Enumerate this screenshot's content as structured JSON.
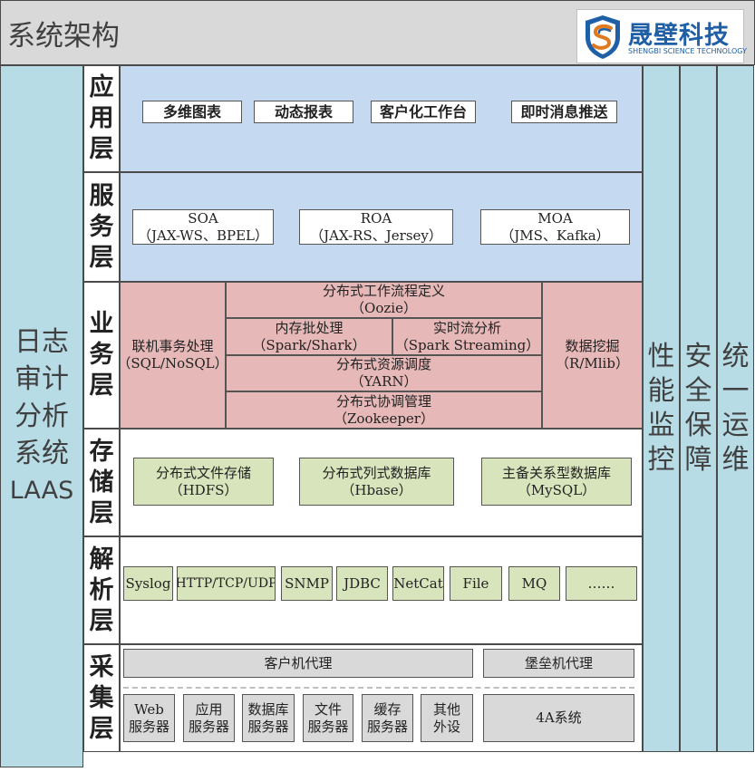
{
  "header": {
    "title": "系统架构",
    "logo_name": "晟壁科技",
    "logo_sub": "SHENGBI SCIENCE TECHNOLOGY"
  },
  "left_bar": {
    "lines": [
      "日志",
      "审计",
      "分析",
      "系统",
      "LAAS"
    ]
  },
  "right_bars": [
    {
      "lines": [
        "性",
        "能",
        "监",
        "控"
      ]
    },
    {
      "lines": [
        "安",
        "全",
        "保",
        "障"
      ]
    },
    {
      "lines": [
        "统",
        "一",
        "运",
        "维"
      ]
    }
  ],
  "layers": {
    "app": {
      "label": "应用层",
      "items": [
        "多维图表",
        "动态报表",
        "客户化工作台",
        "即时消息推送"
      ]
    },
    "service": {
      "label": "服务层",
      "items": [
        {
          "name": "SOA",
          "detail": "（JAX-WS、BPEL）"
        },
        {
          "name": "ROA",
          "detail": "（JAX-RS、Jersey）"
        },
        {
          "name": "MOA",
          "detail": "（JMS、Kafka）"
        }
      ]
    },
    "business": {
      "label": "业务层",
      "left": {
        "name": "联机事务处理",
        "detail": "（SQL/NoSQL）"
      },
      "workflow": {
        "name": "分布式工作流程定义",
        "detail": "（Oozie）"
      },
      "batch": {
        "name": "内存批处理",
        "detail": "（Spark/Shark）"
      },
      "stream": {
        "name": "实时流分析",
        "detail": "（Spark Streaming）"
      },
      "resource": {
        "name": "分布式资源调度",
        "detail": "（YARN）"
      },
      "coord": {
        "name": "分布式协调管理",
        "detail": "（Zookeeper）"
      },
      "right": {
        "name": "数据挖掘",
        "detail": "（R/Mlib）"
      }
    },
    "storage": {
      "label": "存储层",
      "items": [
        {
          "name": "分布式文件存储",
          "detail": "（HDFS）"
        },
        {
          "name": "分布式列式数据库",
          "detail": "（Hbase）"
        },
        {
          "name": "主备关系型数据库",
          "detail": "（MySQL）"
        }
      ]
    },
    "parse": {
      "label": "解析层",
      "items": [
        "Syslog",
        "HTTP/TCP/UDP",
        "SNMP",
        "JDBC",
        "NetCat",
        "File",
        "MQ",
        "……"
      ]
    },
    "collect": {
      "label": "采集层",
      "agent_client": "客户机代理",
      "agent_bastion": "堡垒机代理",
      "sources": [
        [
          "Web",
          "服务器"
        ],
        [
          "应用",
          "服务器"
        ],
        [
          "数据库",
          "服务器"
        ],
        [
          "文件",
          "服务器"
        ],
        [
          "缓存",
          "服务器"
        ],
        [
          "其他",
          "外设"
        ]
      ],
      "system_4a": "4A系统"
    }
  },
  "colors": {
    "header_bg": "#d9d9d9",
    "side_bar": "#b7dce6",
    "app_service_bg": "#c5d9f1",
    "business_bg": "#e6b9b8",
    "storage_box": "#d8e4bc",
    "collect_box": "#d9d9d9",
    "logo_blue": "#1f5fa6"
  }
}
